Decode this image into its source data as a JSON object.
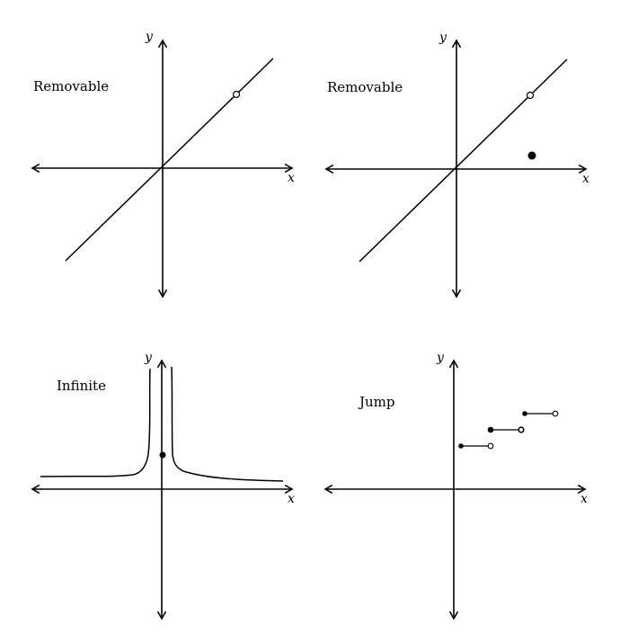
{
  "panels": [
    {
      "id": "removable-1",
      "title": "Removable",
      "x_label": "x",
      "y_label": "y"
    },
    {
      "id": "removable-2",
      "title": "Removable",
      "x_label": "x",
      "y_label": "y"
    },
    {
      "id": "infinite",
      "title": "Infinite",
      "x_label": "x",
      "y_label": "y"
    },
    {
      "id": "jump",
      "title": "Jump",
      "x_label": "x",
      "y_label": "y"
    }
  ]
}
